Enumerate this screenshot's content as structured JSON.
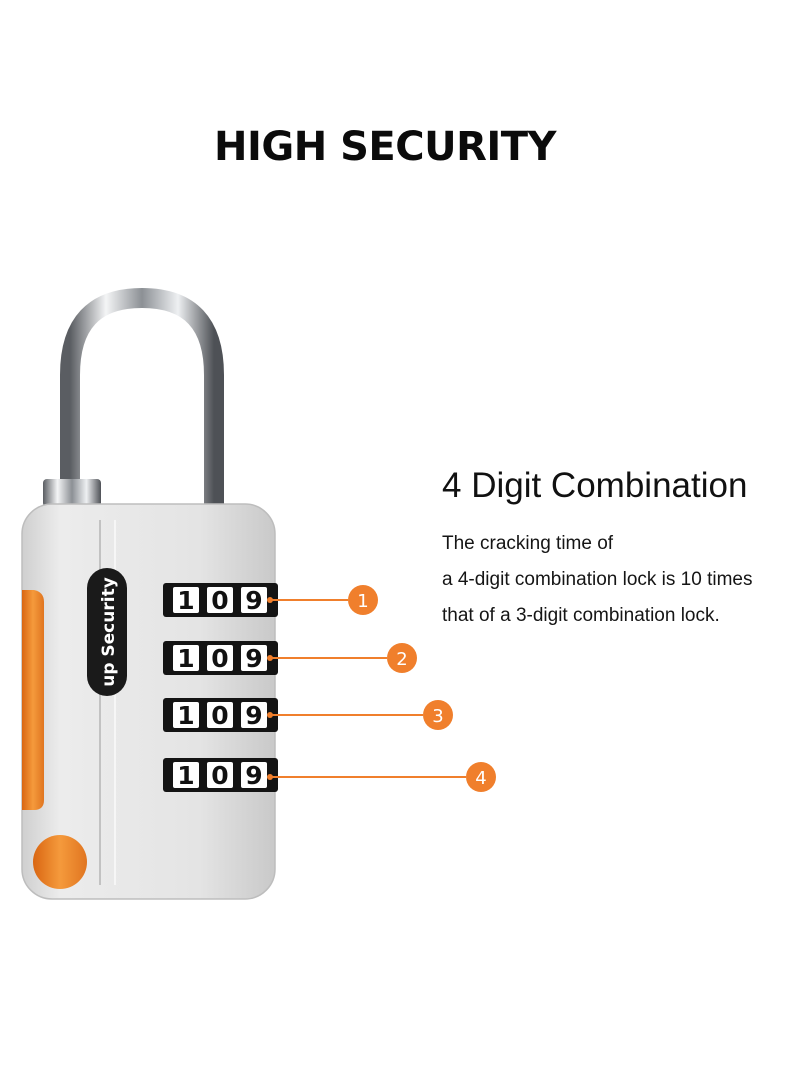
{
  "headline": "HIGH SECURITY",
  "brand_label": "up Security",
  "feature": {
    "title": "4 Digit Combination",
    "description_lines": [
      "The cracking time of",
      "a 4-digit combination lock is 10 times",
      "that of a 3-digit combination lock."
    ]
  },
  "dials": [
    {
      "digits": [
        "1",
        "0",
        "9"
      ],
      "marker": "1"
    },
    {
      "digits": [
        "1",
        "0",
        "9"
      ],
      "marker": "2"
    },
    {
      "digits": [
        "1",
        "0",
        "9"
      ],
      "marker": "3"
    },
    {
      "digits": [
        "1",
        "0",
        "9"
      ],
      "marker": "4"
    }
  ],
  "colors": {
    "accent_orange": "#f07f2c",
    "lock_body": "#e3e3e3",
    "dial_black": "#141414",
    "shackle_chrome": "#b9bcc1"
  }
}
